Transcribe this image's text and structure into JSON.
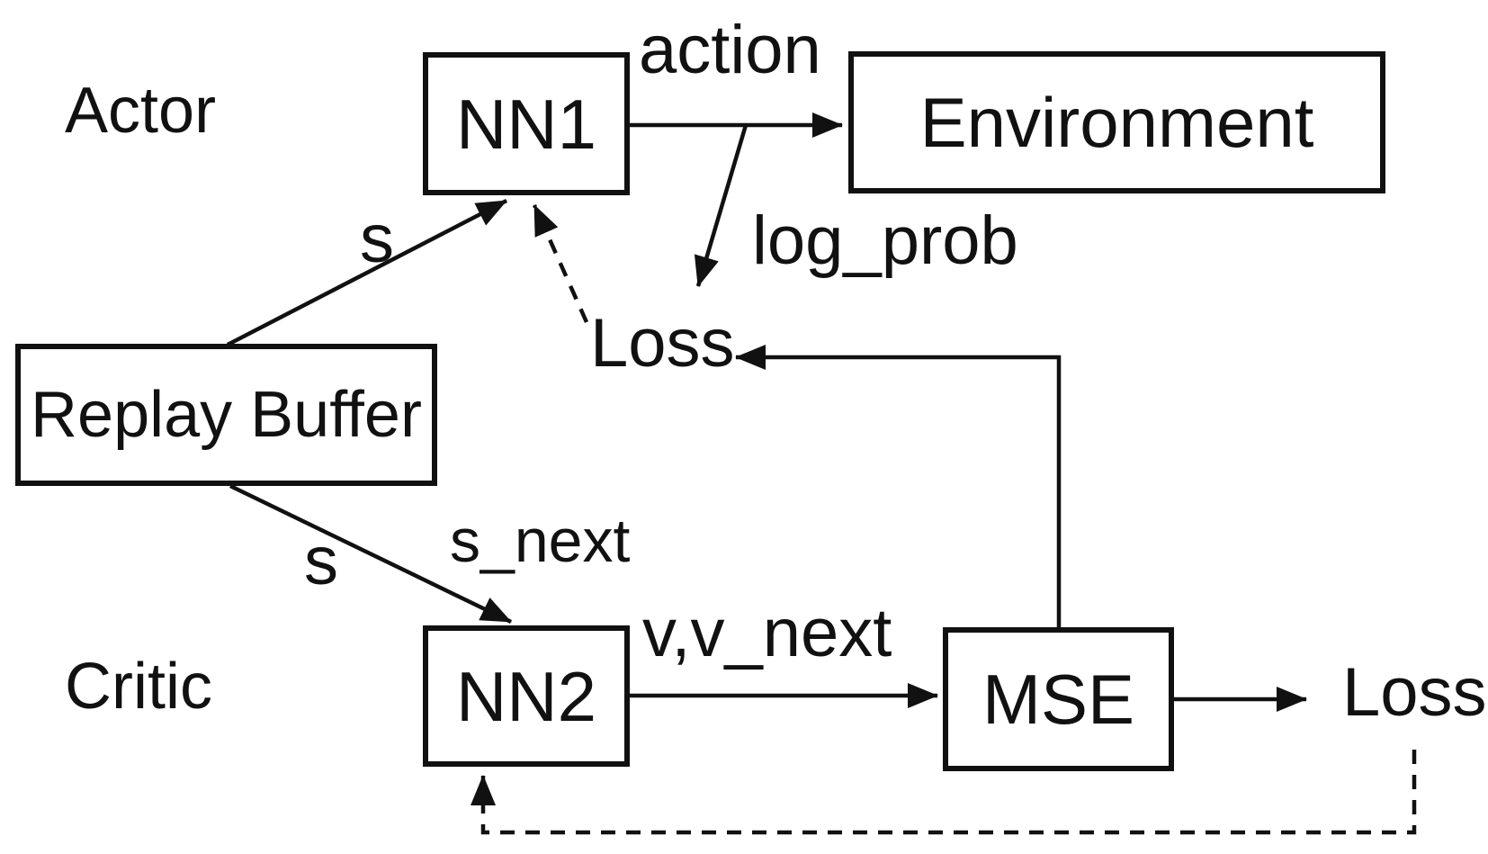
{
  "diagram": {
    "title_hint": "Actor-Critic reinforcement learning data flow",
    "colors": {
      "background": "#ffffff",
      "ink": "#111111"
    },
    "sections": {
      "actor": "Actor",
      "critic": "Critic"
    },
    "nodes": {
      "nn1": {
        "label": "NN1"
      },
      "environment": {
        "label": "Environment"
      },
      "replay_buffer": {
        "label": "Replay Buffer"
      },
      "nn2": {
        "label": "NN2"
      },
      "mse": {
        "label": "MSE"
      }
    },
    "edge_labels": {
      "action": "action",
      "log_prob": "log_prob",
      "actor_loss": "Loss",
      "s_top": "s",
      "s_bottom": "s",
      "s_next": "s_next",
      "v_v_next": "v,v_next",
      "critic_loss": "Loss"
    },
    "edges": [
      {
        "from": "nn1",
        "to": "environment",
        "label": "action",
        "style": "solid-arrow"
      },
      {
        "from": "action-line",
        "to": "actor-loss",
        "label": "log_prob",
        "style": "solid-arrow"
      },
      {
        "from": "replay_buffer",
        "to": "nn1",
        "label": "s",
        "style": "solid-arrow"
      },
      {
        "from": "replay_buffer",
        "to": "nn2",
        "label": "s, s_next",
        "style": "solid-arrow"
      },
      {
        "from": "nn2",
        "to": "mse",
        "label": "v,v_next",
        "style": "solid-arrow"
      },
      {
        "from": "mse",
        "to": "critic_loss",
        "label": "",
        "style": "solid-arrow"
      },
      {
        "from": "mse",
        "to": "actor_loss",
        "label": "",
        "style": "solid-elbow-arrow"
      },
      {
        "from": "actor_loss",
        "to": "nn1",
        "label": "",
        "style": "dashed-arrow"
      },
      {
        "from": "critic_loss",
        "to": "nn2",
        "label": "",
        "style": "dashed-elbow-arrow"
      }
    ]
  }
}
